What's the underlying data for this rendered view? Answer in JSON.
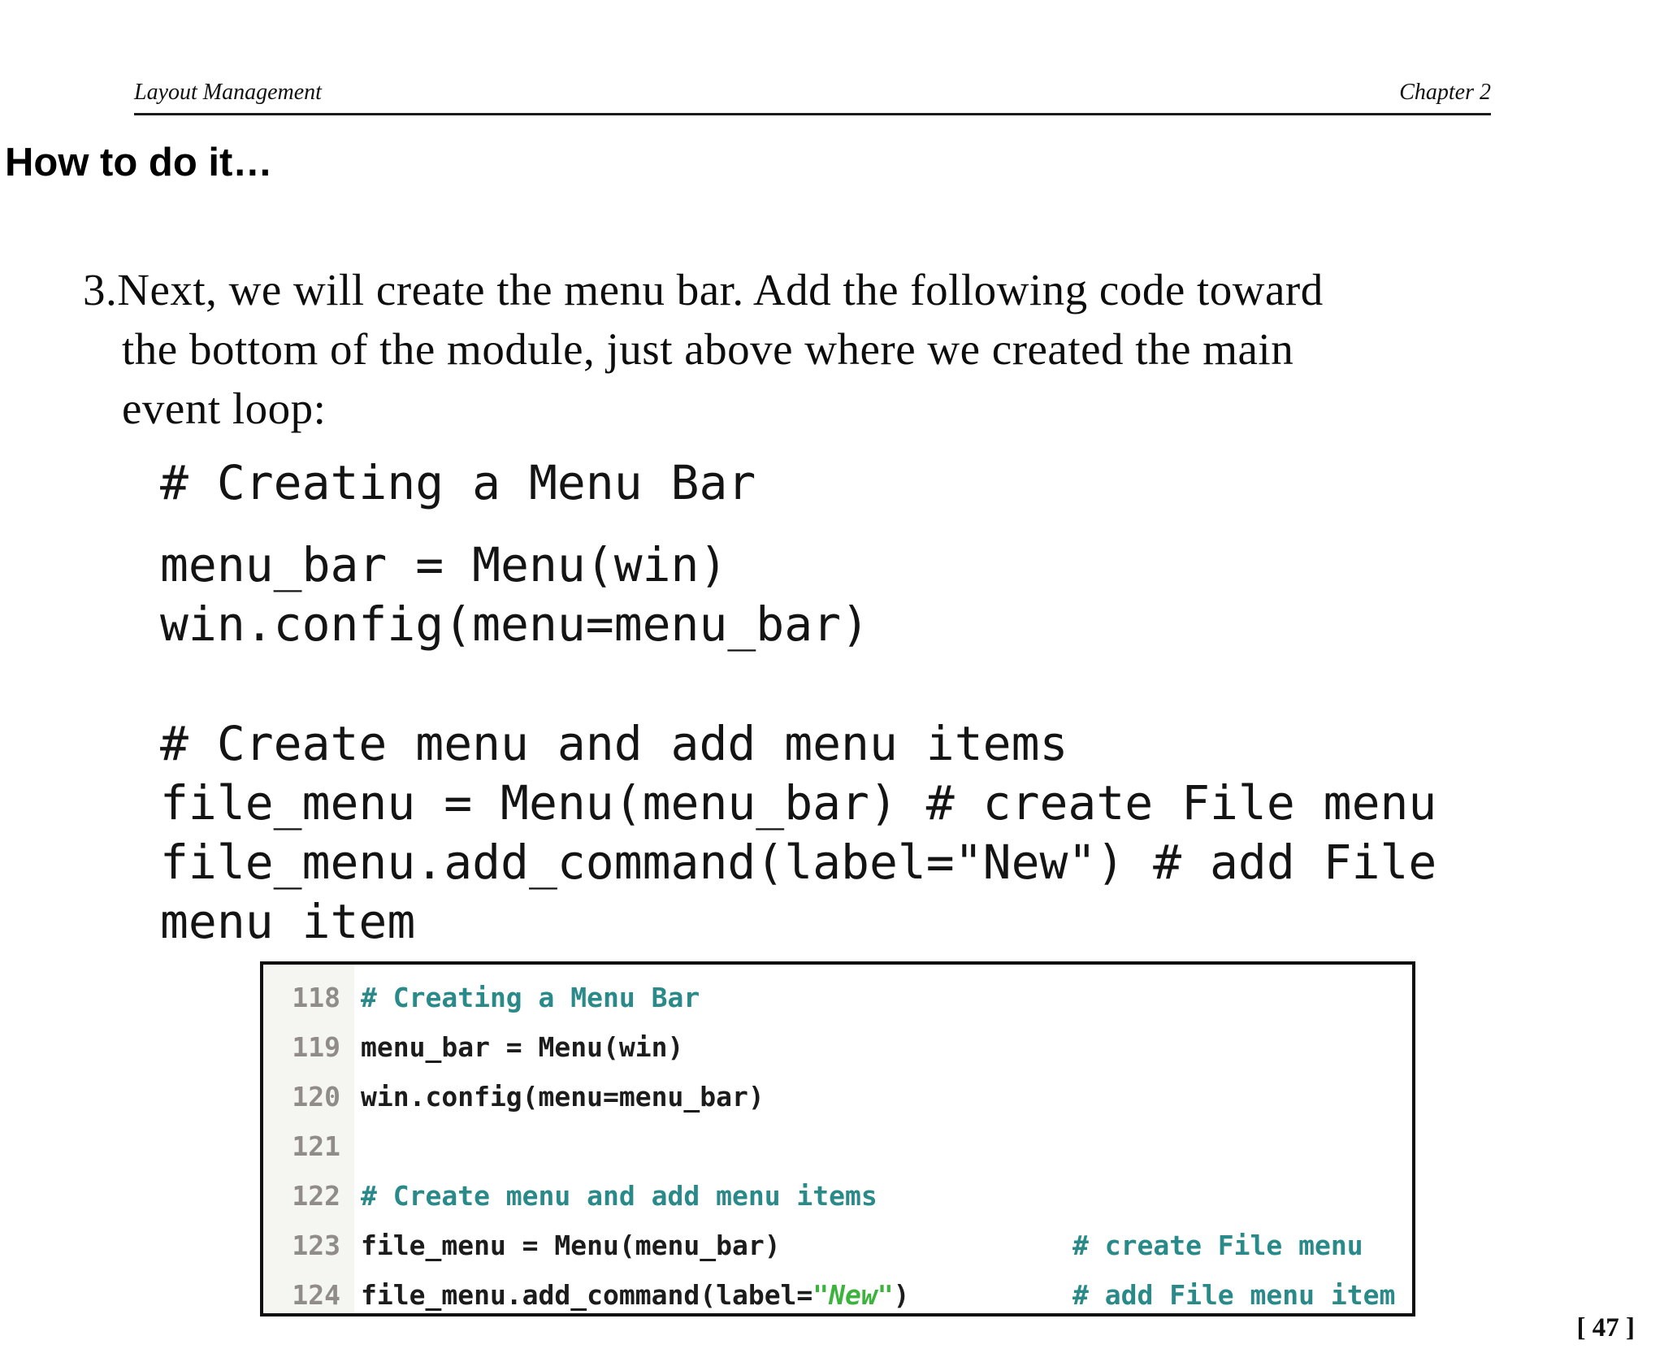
{
  "header": {
    "left": "Layout Management",
    "right": "Chapter 2"
  },
  "heading": "How to do it…",
  "step": {
    "lines": [
      "3.Next, we will create the menu bar. Add the following code toward",
      "the bottom of the module, just above where we created the main",
      "event loop:"
    ]
  },
  "code_blocks": [
    {
      "lines": [
        "# Creating a Menu Bar"
      ]
    },
    {
      "lines": [
        "menu_bar = Menu(win)",
        "win.config(menu=menu_bar)"
      ]
    },
    {
      "lines": [
        "# Create menu and add menu items",
        "file_menu = Menu(menu_bar) # create File menu",
        "file_menu.add_command(label=\"New\") # add File",
        "menu item"
      ]
    }
  ],
  "editor": {
    "colors": {
      "comment": "#2a8a8a",
      "code": "#1c1c1c",
      "string": "#3cb33c",
      "line_number": "#908c8a",
      "gutter_bg": "#f5f5f2"
    },
    "lines": [
      {
        "num": "118",
        "segments": [
          {
            "t": "# Creating a Menu Bar",
            "c": "comment"
          }
        ]
      },
      {
        "num": "119",
        "segments": [
          {
            "t": "menu_bar = Menu(win)",
            "c": "code"
          }
        ]
      },
      {
        "num": "120",
        "segments": [
          {
            "t": "win.config(menu=menu_bar)",
            "c": "code"
          }
        ]
      },
      {
        "num": "121",
        "segments": []
      },
      {
        "num": "122",
        "segments": [
          {
            "t": "# Create menu and add menu items",
            "c": "comment"
          }
        ]
      },
      {
        "num": "123",
        "segments": [
          {
            "t": "file_menu = Menu(menu_bar)",
            "c": "code"
          }
        ],
        "inline_comment": "# create File menu"
      },
      {
        "num": "124",
        "segments": [
          {
            "t": "file_menu.add_command(label=",
            "c": "code"
          },
          {
            "t": "\"New\"",
            "c": "string"
          },
          {
            "t": ")",
            "c": "code"
          }
        ],
        "inline_comment": "# add File menu item"
      }
    ]
  },
  "page_number": "[ 47 ]"
}
